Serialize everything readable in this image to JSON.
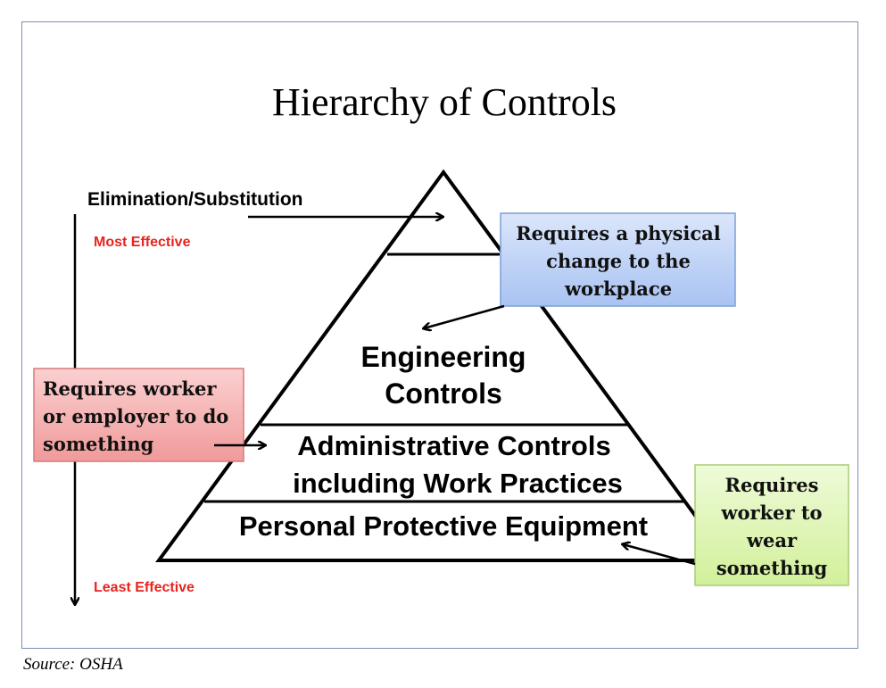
{
  "title": "Hierarchy of Controls",
  "elimination": "Elimination/Substitution",
  "most_effective": "Most Effective",
  "least_effective": "Least Effective",
  "engineering": [
    "Engineering",
    "Controls"
  ],
  "administrative": [
    "Administrative Controls",
    "including Work Practices"
  ],
  "ppe": "Personal Protective Equipment",
  "blue_box": [
    "Requires a physical",
    "change to the",
    "workplace"
  ],
  "red_box": [
    "Requires worker",
    "or employer to do",
    "something"
  ],
  "green_box": [
    "Requires",
    "worker to",
    "wear",
    "something"
  ],
  "source": "Source: OSHA",
  "colors": {
    "blue_box": "#b9cff5",
    "red_box": "#f5a9a9",
    "green_box": "#ddf5b0",
    "accent_red": "#e8231e",
    "frame": "#7d8fb0"
  }
}
